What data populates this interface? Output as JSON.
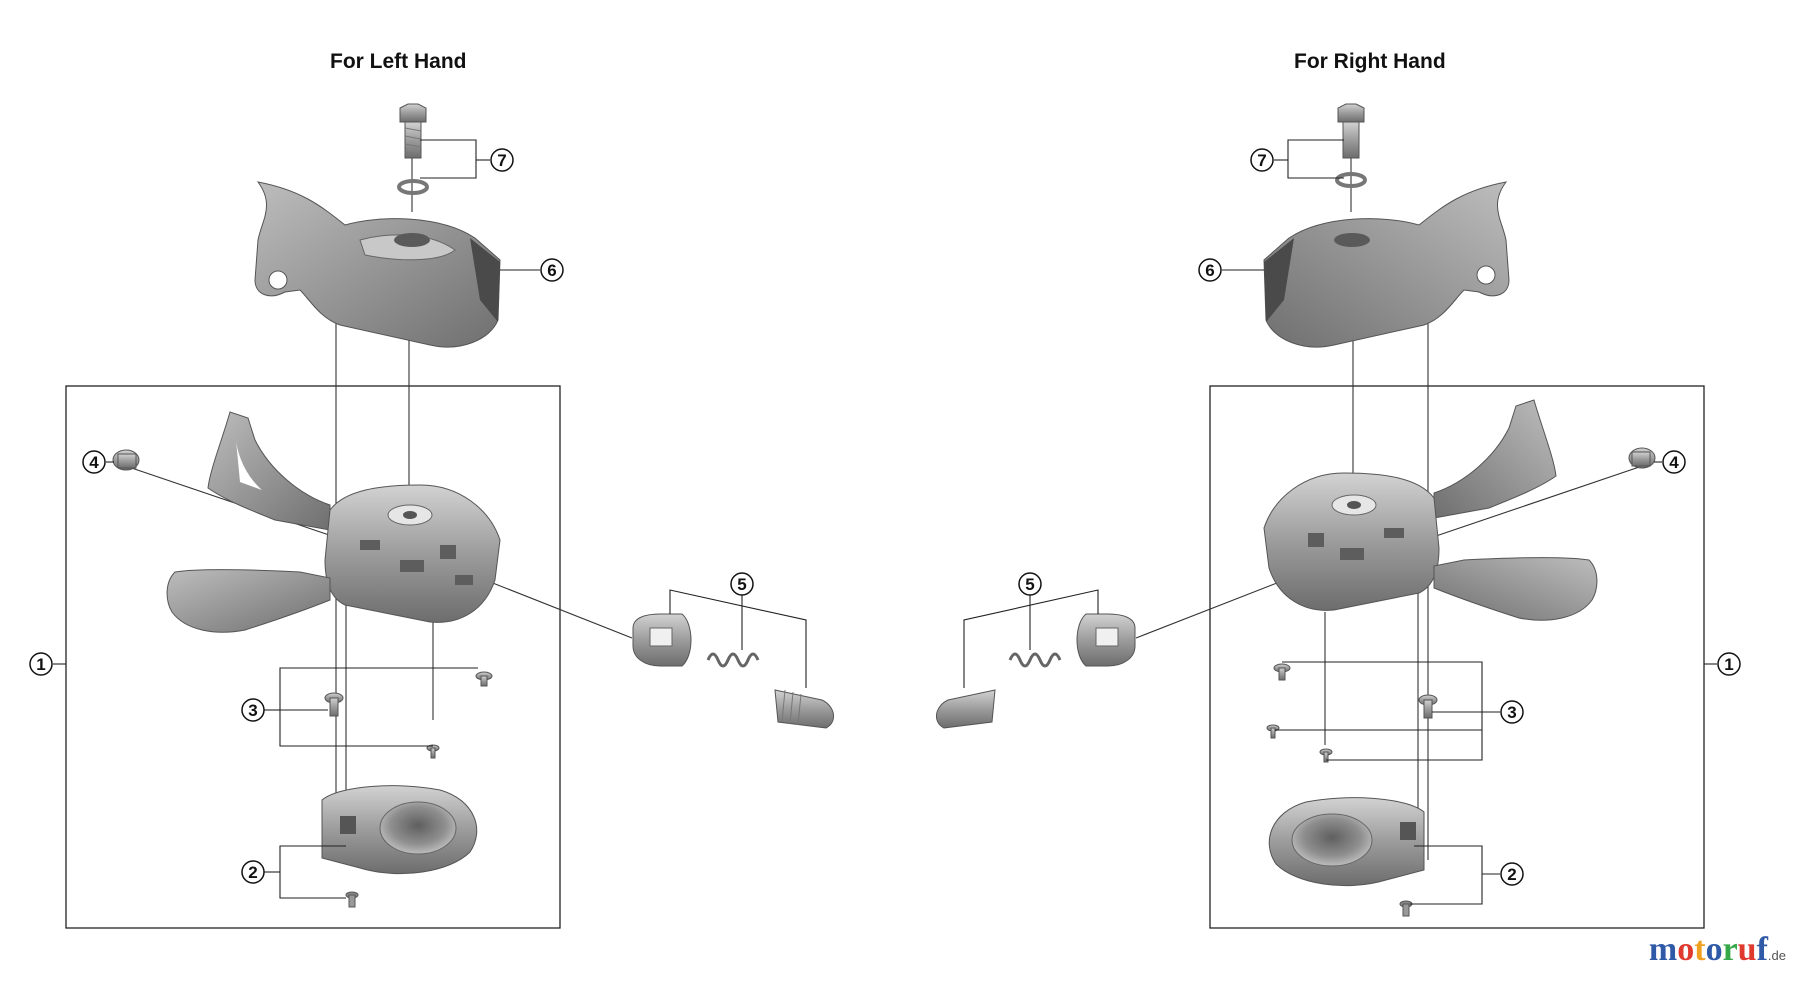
{
  "headings": {
    "left": "For Left Hand",
    "right": "For Right Hand"
  },
  "callouts": [
    "1",
    "2",
    "3",
    "4",
    "5",
    "6",
    "7"
  ],
  "watermark": {
    "letters": [
      "m",
      "o",
      "t",
      "o",
      "r",
      "u",
      "f"
    ],
    "suffix": ".de",
    "colors": [
      "#2f5aa8",
      "#e03a2f",
      "#f0a020",
      "#2f5aa8",
      "#36a84a",
      "#e03a2f",
      "#2f5aa8"
    ]
  },
  "colors": {
    "part_dark": "#6a6a6a",
    "part_mid": "#9a9a9a",
    "part_light": "#c6c6c6",
    "line": "#222222"
  }
}
